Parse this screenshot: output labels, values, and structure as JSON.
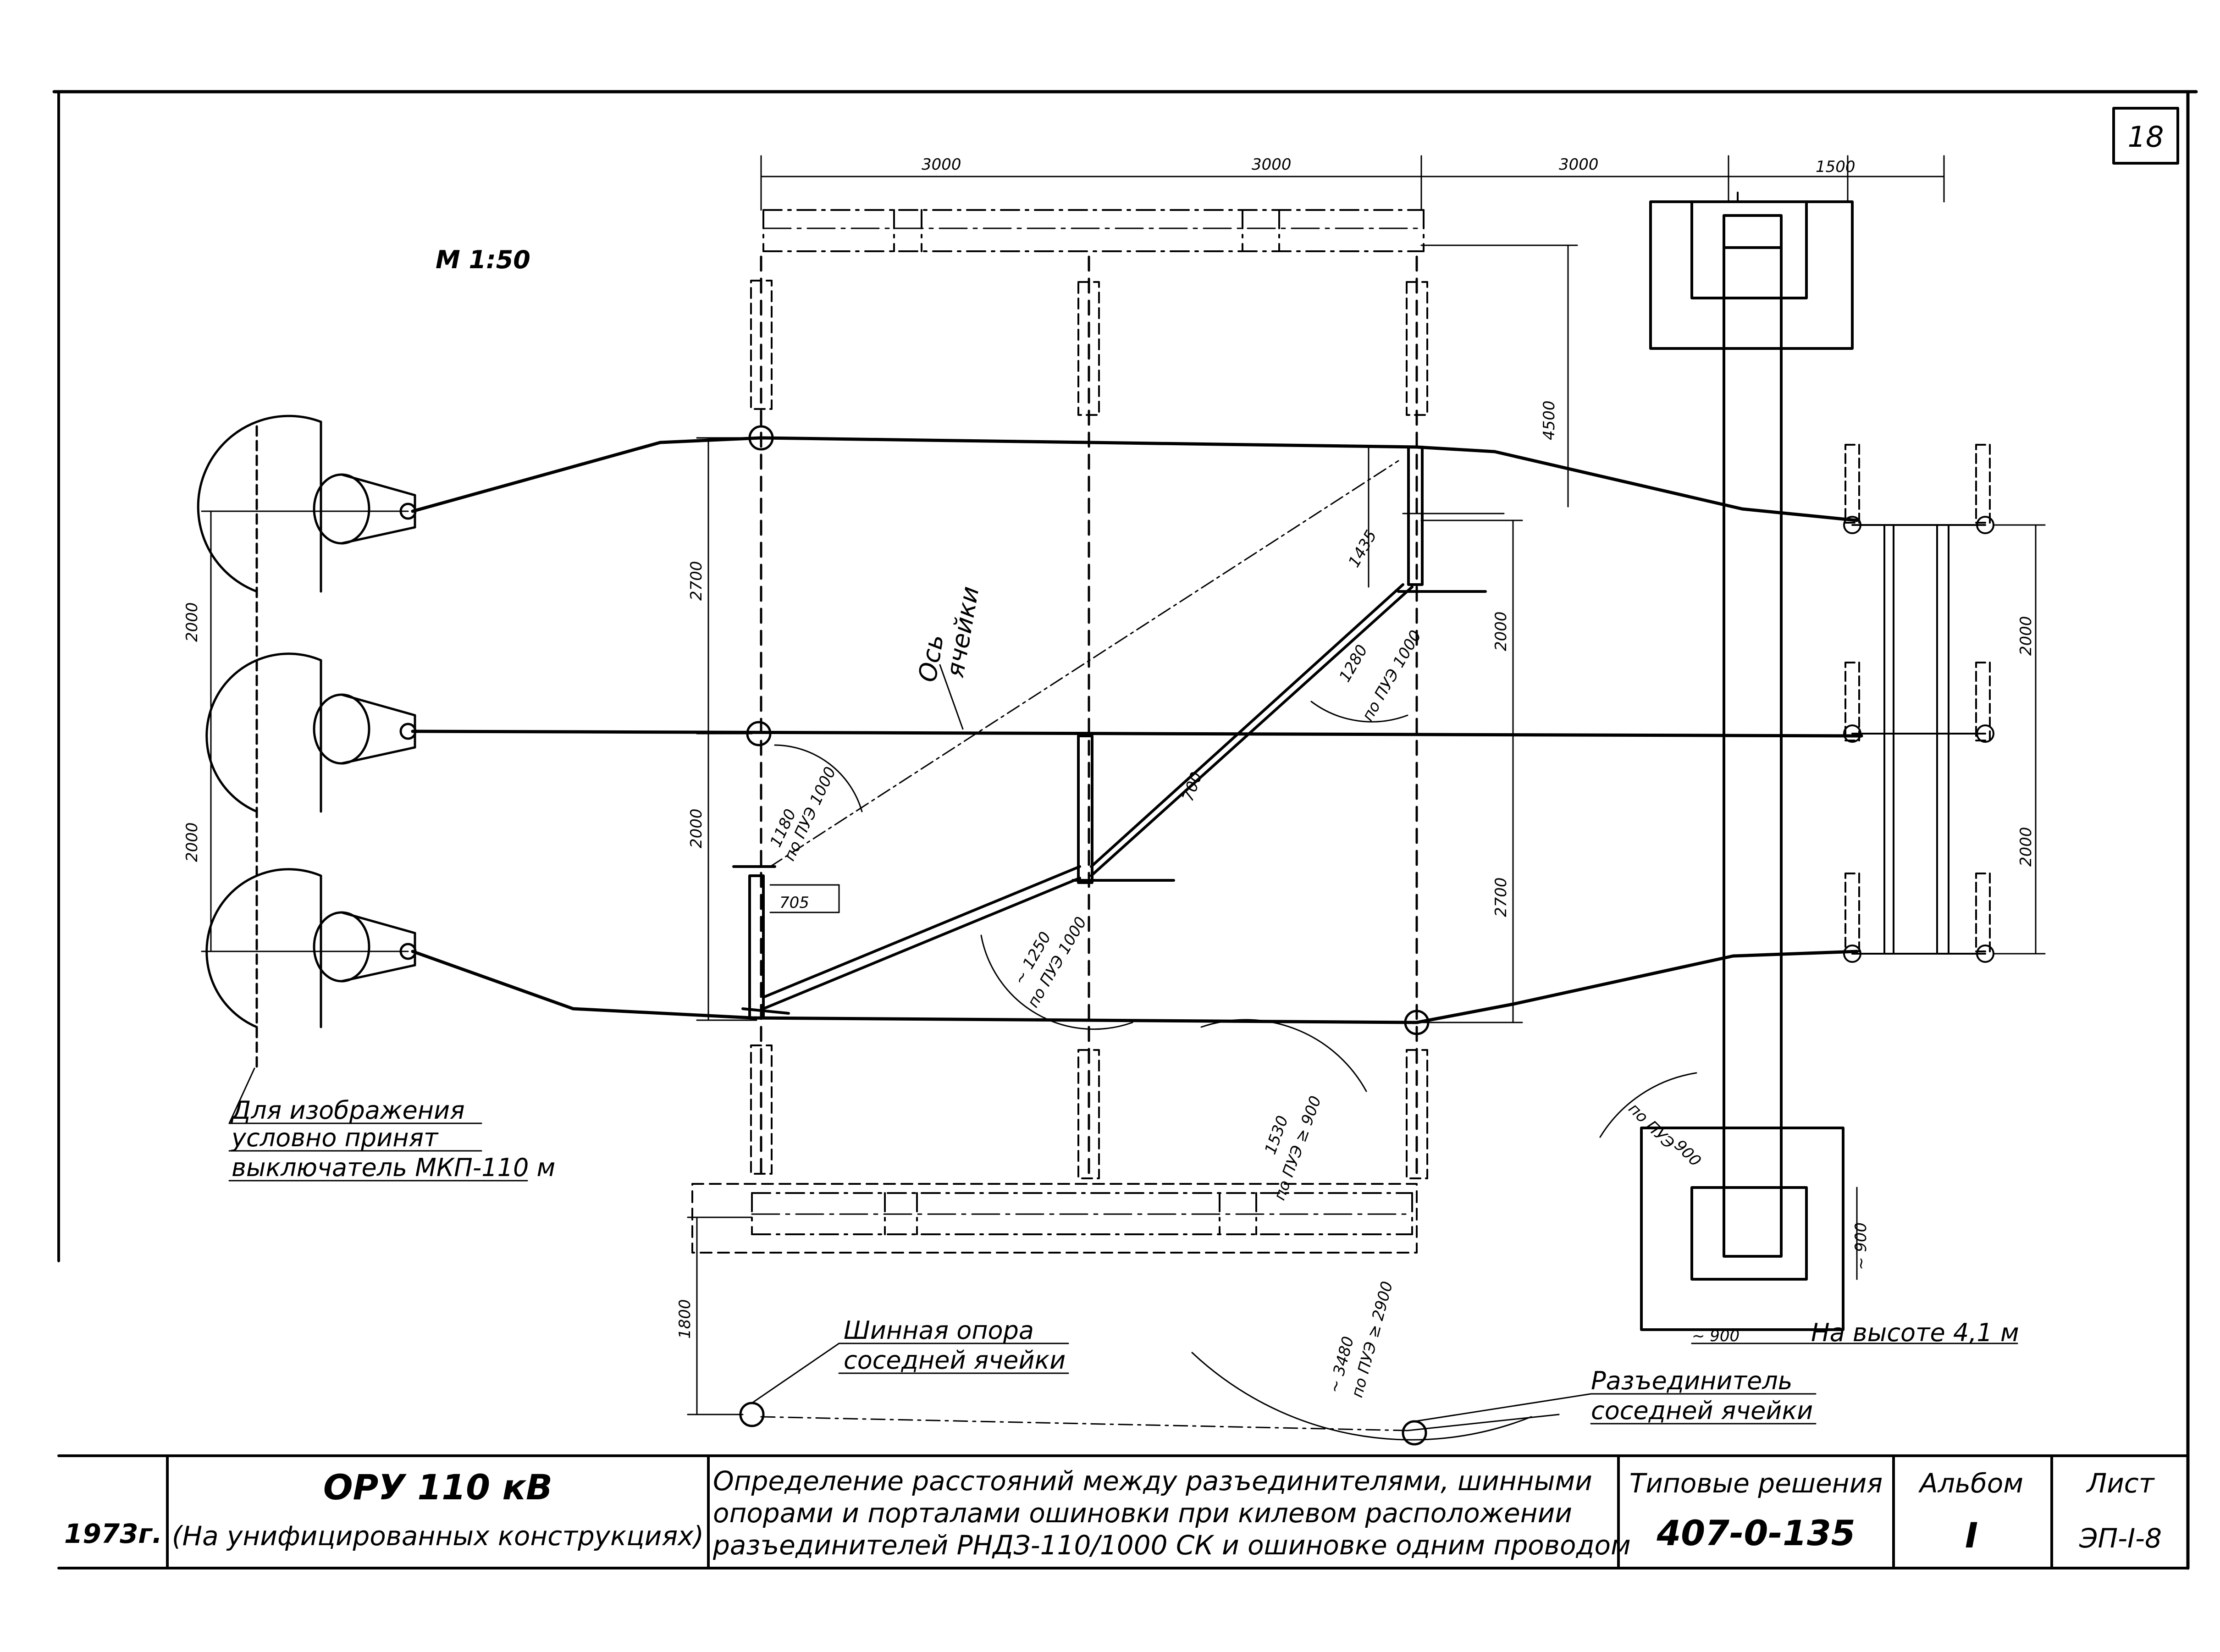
{
  "sheet_number": "18",
  "scale": "M 1:50",
  "dimensions": {
    "top_3000_a": "3000",
    "top_3000_b": "3000",
    "top_3000_c": "3000",
    "top_1500": "1500",
    "right_4500": "4500",
    "left_2000_top": "2000",
    "left_2000_bottom": "2000",
    "mid_2700": "2700",
    "mid_2000": "2000",
    "right_2000": "2000",
    "right_2700": "2700",
    "far_right_2000_top": "2000",
    "far_right_2000_bottom": "2000",
    "bottom_1800": "1800",
    "bottom_705": "705",
    "d_1435": "1435",
    "d_1280": "1280",
    "d_1280_note": "по ПУЭ 1000",
    "d_1180": "1180",
    "d_1180_note": "по ПУЭ 1000",
    "d_700": "700",
    "d_1250": "~ 1250",
    "d_1250_note": "по ПУЭ 1000",
    "d_1530": "1530",
    "d_1530_note": "по ПУЭ ≥ 900",
    "d_3480": "~ 3480",
    "d_3480_note": "по ПУЭ ≥ 2900",
    "d_900_arc": "900",
    "d_900_arc_note": "по ПУЭ",
    "d_900_v": "~ 900",
    "d_900_h": "~ 900",
    "height_note": "На высоте 4,1 м"
  },
  "labels": {
    "cell_axis_1": "Ось",
    "cell_axis_2": "ячейки",
    "breaker_1": "Для изображения",
    "breaker_2": "условно принят",
    "breaker_3": "выключатель МКП-110 м",
    "bus_support_1": "Шинная опора",
    "bus_support_2": "соседней ячейки",
    "disconnector_1": "Разъединитель",
    "disconnector_2": "соседней ячейки"
  },
  "title_block": {
    "year": "1973г.",
    "project_1": "ОРУ 110 кВ",
    "project_2": "(На унифицированных конструкциях)",
    "description_1": "Определение расстояний между разъединителями, шинными",
    "description_2": "опорами и порталами ошиновки при килевом расположении",
    "description_3": "разъединителей РНДЗ-110/1000 СК и ошиновке одним проводом",
    "series_label": "Типовые решения",
    "series_value": "407-0-135",
    "album_label": "Альбом",
    "album_value": "I",
    "sheet_label": "Лист",
    "sheet_value": "ЭП-I-8"
  }
}
